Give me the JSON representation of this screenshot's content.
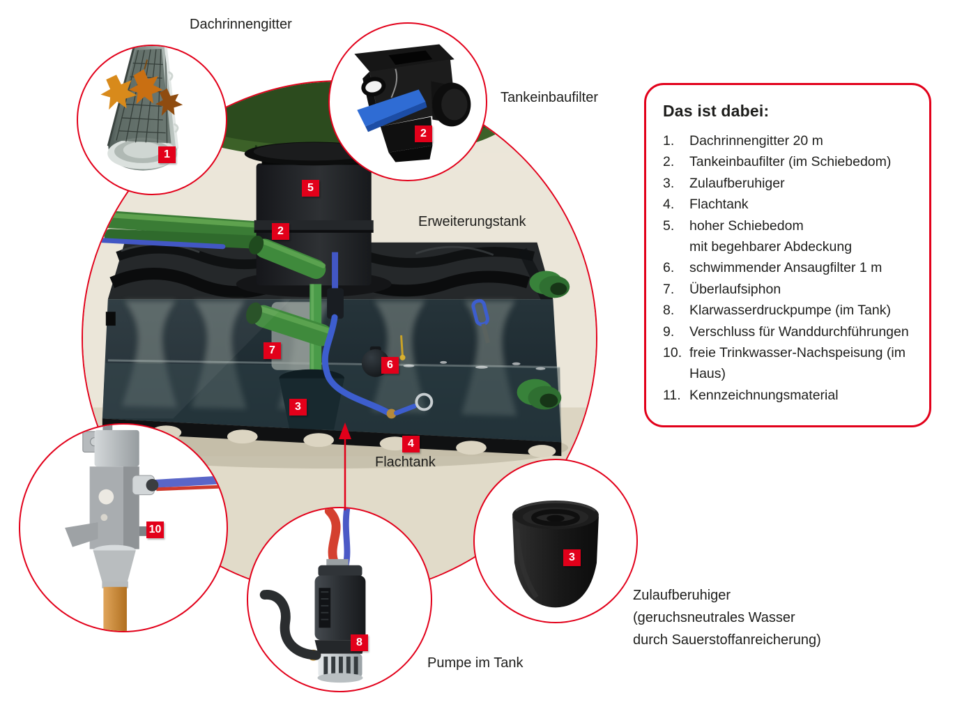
{
  "colors": {
    "accent_red": "#e2001a"
  },
  "annotations": {
    "dachrinnengitter": "Dachrinnengitter",
    "tankeinbaufilter": "Tankeinbaufilter",
    "erweiterungstank": "Erweiterungstank",
    "flachtank": "Flachtank",
    "pumpe_im_tank": "Pumpe im Tank",
    "zulaufberuhiger": "Zulaufberuhiger\n(geruchsneutrales Wasser\ndurch Sauerstoffanreicherung)"
  },
  "badges": {
    "gutter": "1",
    "filter_detail": "2",
    "dome": "5",
    "filter_in_dome": "2",
    "overflow_siphon": "7",
    "floating_filter": "6",
    "inlet_calmer_tank": "3",
    "flat_tank": "4",
    "refill_unit": "10",
    "pump": "8",
    "inlet_calmer_detail": "3"
  },
  "info_box": {
    "title": "Das ist dabei:",
    "items": [
      {
        "num": "1.",
        "text": "Dachrinnengitter 20 m"
      },
      {
        "num": "2.",
        "text": "Tankeinbaufilter (im Schiebedom)"
      },
      {
        "num": "3.",
        "text": "Zulaufberuhiger"
      },
      {
        "num": "4.",
        "text": "Flachtank"
      },
      {
        "num": "5.",
        "text": "hoher Schiebedom\nmit begehbarer Abdeckung"
      },
      {
        "num": "6.",
        "text": "schwimmender Ansaugfilter 1 m"
      },
      {
        "num": "7.",
        "text": "Überlaufsiphon"
      },
      {
        "num": "8.",
        "text": "Klarwasserdruckpumpe (im Tank)"
      },
      {
        "num": "9.",
        "text": "Verschluss für Wanddurchführungen"
      },
      {
        "num": "10.",
        "text": "freie Trinkwasser-Nachspeisung (im Haus)"
      },
      {
        "num": "11.",
        "text": "Kennzeichnungsmaterial"
      }
    ]
  }
}
